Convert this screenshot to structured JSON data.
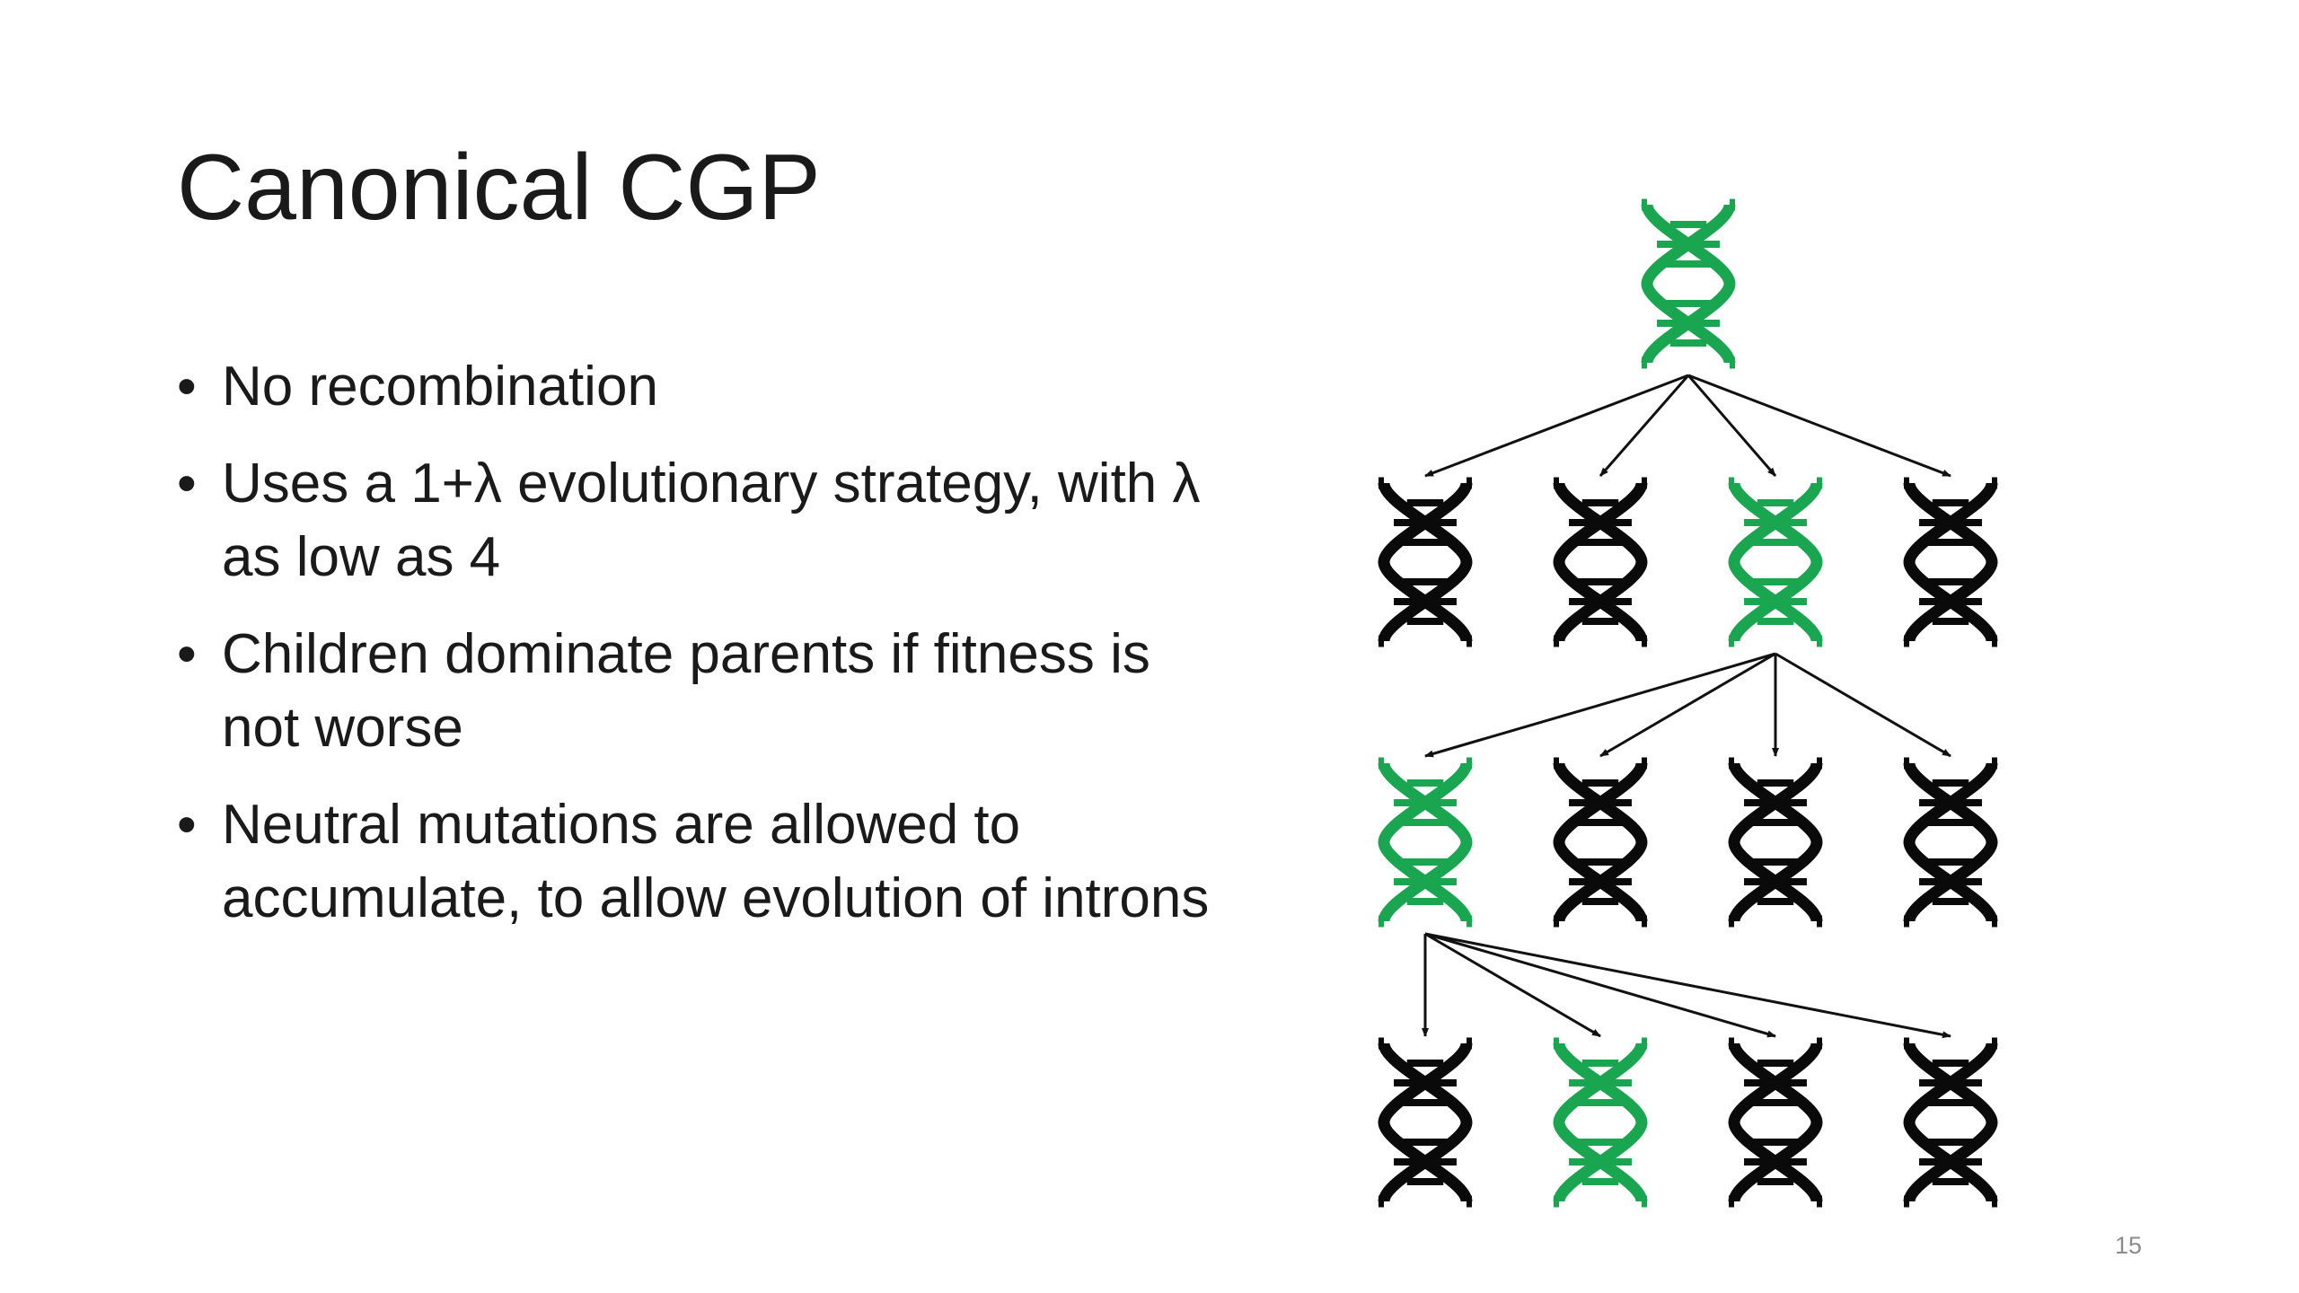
{
  "slide": {
    "title": "Canonical CGP",
    "bullets": [
      "No recombination",
      "Uses a 1+λ evolutionary strategy, with λ as low as 4",
      "Children dominate parents if fitness is not worse",
      "Neutral mutations are allowed to accumulate, to allow evolution of introns"
    ],
    "page_number": "15"
  },
  "diagram": {
    "colors": {
      "selected": "#1aa650",
      "normal": "#0a0a0a",
      "arrow": "#111111"
    },
    "generations": [
      {
        "count": 1,
        "selected_index": 0,
        "parent": null
      },
      {
        "count": 4,
        "selected_index": 2,
        "parent": 0
      },
      {
        "count": 4,
        "selected_index": 0,
        "parent": 2
      },
      {
        "count": 4,
        "selected_index": 1,
        "parent": 0
      }
    ]
  }
}
